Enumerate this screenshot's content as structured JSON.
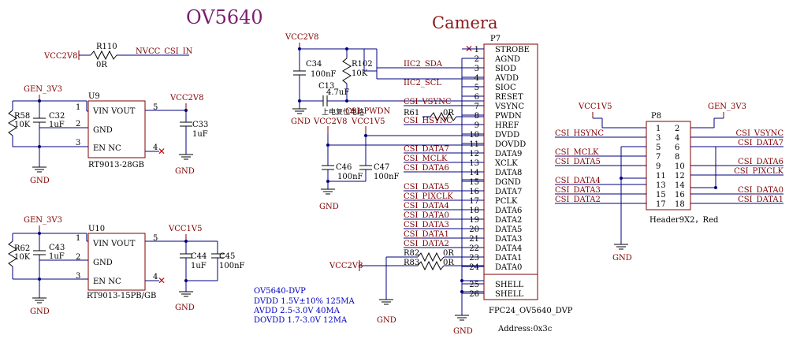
{
  "titles": {
    "left": "OV5640",
    "right": "Camera"
  },
  "marks": {
    "no_connect": "✕"
  },
  "power": {
    "vcc2v8": "VCC2V8",
    "vcc1v5": "VCC1V5",
    "gen_3v3": "GEN_3V3",
    "gnd": "GND"
  },
  "r110": {
    "ref": "R110",
    "value": "0R",
    "net": "NVCC_CSI_IN"
  },
  "u9": {
    "ref": "U9",
    "part": "RT9013-28GB",
    "pin1": "1",
    "pin2": "2",
    "pin3": "3",
    "pin4": "4",
    "pin5": "5",
    "vin_vout": "VIN VOUT",
    "gnd_pin": "GND",
    "en_nc": "EN      NC",
    "r_ref": "R58",
    "r_val": "10K",
    "c_ref": "C32",
    "c_val": "1uF",
    "c_out_ref": "C33",
    "c_out_val": "1uF"
  },
  "u10": {
    "ref": "U10",
    "part": "RT9013-15PB/GB",
    "pin1": "1",
    "pin2": "2",
    "pin3": "3",
    "pin4": "4",
    "pin5": "5",
    "vin_vout": "VIN VOUT",
    "gnd_pin": "GND",
    "en_nc": "EN      NC",
    "r_ref": "R62",
    "r_val": "10K",
    "c_ref": "C43",
    "c_val": "1uF",
    "c_out_ref": "C44",
    "c_out_val": "1uF",
    "c_bulk_ref": "C45",
    "c_bulk_val": "100nF"
  },
  "notes": [
    "OV5640-DVP",
    "DVDD 1.5V±10% 125MA",
    "AVDD  2.5-3.0V   40MA",
    "DOVDD 1.7-3.0V  12MA"
  ],
  "support": {
    "c34_ref": "C34",
    "c34_val": "100nF",
    "r102_ref": "R102",
    "r102_val": "10K",
    "c13_ref": "C13",
    "c13_val": "4.7uF",
    "reset_note": "上电复位电路",
    "iic_sda": "IIC2_SDA",
    "iic_scl": "IIC2_SCL",
    "c46_ref": "C46",
    "c46_val": "100nF",
    "c47_ref": "C47",
    "c47_val": "100nF",
    "r61_ref": "R61",
    "r61_val": "0R",
    "pwdn_net": "CSI_PWDN",
    "r82_ref": "R82",
    "r82_val": "0R",
    "r83_ref": "R83",
    "r83_val": "0R"
  },
  "p7": {
    "ref": "P7",
    "part": "FPC24_OV5640_DVP",
    "address": "Address:0x3c",
    "pins": [
      {
        "num": "1",
        "name": "STROBE"
      },
      {
        "num": "2",
        "name": "AGND"
      },
      {
        "num": "3",
        "name": "SIOD"
      },
      {
        "num": "4",
        "name": "AVDD"
      },
      {
        "num": "5",
        "name": "SIOC"
      },
      {
        "num": "6",
        "name": "RESET"
      },
      {
        "num": "7",
        "name": "VSYNC"
      },
      {
        "num": "8",
        "name": "PWDN"
      },
      {
        "num": "9",
        "name": "HREF"
      },
      {
        "num": "10",
        "name": "DVDD"
      },
      {
        "num": "11",
        "name": "DOVDD"
      },
      {
        "num": "12",
        "name": "DATA9"
      },
      {
        "num": "13",
        "name": "XCLK"
      },
      {
        "num": "14",
        "name": "DATA8"
      },
      {
        "num": "15",
        "name": "DGND"
      },
      {
        "num": "16",
        "name": "DATA7"
      },
      {
        "num": "17",
        "name": "PCLK"
      },
      {
        "num": "18",
        "name": "DATA6"
      },
      {
        "num": "19",
        "name": "DATA2"
      },
      {
        "num": "20",
        "name": "DATA5"
      },
      {
        "num": "21",
        "name": "DATA3"
      },
      {
        "num": "22",
        "name": "DATA4"
      },
      {
        "num": "23",
        "name": "DATA1"
      },
      {
        "num": "24",
        "name": "DATA0"
      },
      {
        "num": "25",
        "name": "SHELL"
      },
      {
        "num": "26",
        "name": "SHELL"
      }
    ],
    "nets": [
      {
        "pin": 7,
        "label": "CSI_VSYNC"
      },
      {
        "pin": 9,
        "label": "CSI_HSYNC"
      },
      {
        "pin": 12,
        "label": "CSI_DATA7"
      },
      {
        "pin": 13,
        "label": "CSI_MCLK"
      },
      {
        "pin": 14,
        "label": "CSI_DATA6"
      },
      {
        "pin": 16,
        "label": "CSI_DATA5"
      },
      {
        "pin": 17,
        "label": "CSI_PIXCLK"
      },
      {
        "pin": 18,
        "label": "CSI_DATA4"
      },
      {
        "pin": 19,
        "label": "CSI_DATA0"
      },
      {
        "pin": 20,
        "label": "CSI_DATA3"
      },
      {
        "pin": 21,
        "label": "CSI_DATA1"
      },
      {
        "pin": 22,
        "label": "CSI_DATA2"
      }
    ]
  },
  "p8": {
    "ref": "P8",
    "part": "Header9X2，Red",
    "rows": [
      {
        "left": "1",
        "right": "2",
        "left_net": "",
        "right_net": ""
      },
      {
        "left": "3",
        "right": "4",
        "left_net": "CSI_HSYNC",
        "right_net": "CSI_VSYNC"
      },
      {
        "left": "5",
        "right": "6",
        "left_net": "",
        "right_net": "CSI_DATA7"
      },
      {
        "left": "7",
        "right": "8",
        "left_net": "CSI_MCLK",
        "right_net": ""
      },
      {
        "left": "9",
        "right": "10",
        "left_net": "CSI_DATA5",
        "right_net": "CSI_DATA6"
      },
      {
        "left": "11",
        "right": "12",
        "left_net": "",
        "right_net": "CSI_PIXCLK"
      },
      {
        "left": "13",
        "right": "14",
        "left_net": "CSI_DATA4",
        "right_net": ""
      },
      {
        "left": "15",
        "right": "16",
        "left_net": "CSI_DATA3",
        "right_net": "CSI_DATA0"
      },
      {
        "left": "17",
        "right": "18",
        "left_net": "CSI_DATA2",
        "right_net": "CSI_DATA1"
      }
    ]
  }
}
